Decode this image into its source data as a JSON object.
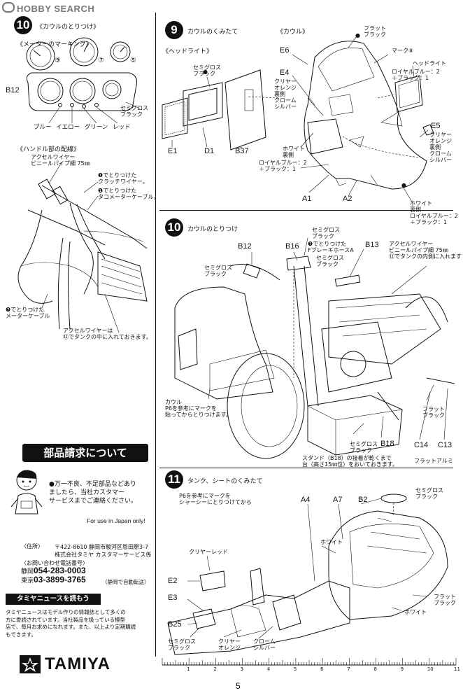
{
  "watermark": "HOBBY SEARCH",
  "page_number": "5",
  "brand": "TAMIYA",
  "ruler": {
    "ticks": [
      "1",
      "2",
      "3",
      "4",
      "5",
      "6",
      "7",
      "8",
      "9",
      "10",
      "11"
    ]
  },
  "step10a": {
    "number": "10",
    "title": "《カウルのとりつけ》",
    "sub1": "《メーターのマーキング》",
    "decals": [
      "⑨",
      "⑦",
      "⑤"
    ],
    "part": "B12",
    "paint_callout": "セミグロス\nブラック",
    "colors": "ブルー イエロー グリーン レッド",
    "sub2": "《ハンドル部の配線》",
    "wire_label": "アクセルワイヤー\nビニールパイプ細 75㎜",
    "note1": "❶でとりつけた\nクラッチワイヤー。",
    "note2": "❶でとりつけた\nタコメーターケーブル。",
    "note3": "❼でとりつけた\nメーターケーブル",
    "note4": "アクセルワイヤーは\n⑫でタンクの中に入れておきます。"
  },
  "step9": {
    "number": "9",
    "title": "カウルのくみたて",
    "sub_headlight": "《ヘッドライト》",
    "sub_cowl": "《カウル》",
    "labels": {
      "flat_black_top": "フラット\nブラック",
      "e6": "E6",
      "mark8": "マーク⑧",
      "headlight": "ヘッドライト",
      "royal_blue": "ロイヤルブルー：2\n＋ブラック：1",
      "e4": "E4",
      "clear_orange": "クリヤー\nオレンジ\n裏側\nクローム\nシルバー",
      "semi_gloss": "セミグロス\nブラック",
      "e5": "E5",
      "clear_orange2": "クリヤー\nオレンジ\n裏側\nクローム\nシルバー",
      "white_back": "ホワイト\n裏側",
      "royal_blue2": "ロイヤルブルー：2\n＋ブラック：1",
      "white_back2": "ホワイト\n裏側",
      "royal_blue3": "ロイヤルブルー：2\n＋ブラック：1",
      "e1": "E1",
      "d1": "D1",
      "b37": "B37",
      "a1": "A1",
      "a2": "A2"
    }
  },
  "step10b": {
    "number": "10",
    "title": "カウルのとりつけ",
    "labels": {
      "semi_gloss1": "セミグロス\nブラック",
      "brake_hose": "❼でとりつけた\nFブレーキホースA",
      "semi_gloss2": "セミグロス\nブラック",
      "b12": "B12",
      "b16": "B16",
      "b13": "B13",
      "semi_gloss3": "セミグロス\nブラック",
      "accel_wire": "アクセルワイヤー\nビニールパイプ細 75㎜\n⑫でタンクの内側に入れます",
      "cowl_note": "カウル\nP6を参考にマークを\n貼ってからとりつけます。",
      "flat_black": "フラット\nブラック",
      "semi_gloss4": "セミグロス\nブラック",
      "b18": "B18",
      "stand_note": "スタンド（B18）の接着が乾くまで\n台（高さ15㎜位）をおいておきます。",
      "c14": "C14",
      "c13": "C13",
      "flat_alumi": "フラットアルミ"
    }
  },
  "step11": {
    "number": "11",
    "title": "タンク、シートのくみたて",
    "note": "P6を参考にマークを\nシャーシーにとりつけてから",
    "labels": {
      "a4": "A4",
      "a7": "A7",
      "b2": "B2",
      "semi_gloss1": "セミグロス\nブラック",
      "white1": "ホワイト",
      "clear_red": "クリヤーレッド",
      "e2": "E2",
      "e3": "E3",
      "b25": "B25",
      "flat_black": "フラット\nブラック",
      "white2": "ホワイト",
      "semi_gloss2": "セミグロス\nブラック",
      "clear_orange": "クリヤー\nオレンジ",
      "chrome_silver": "クローム\nシルバー"
    }
  },
  "parts_request": {
    "heading": "部品請求について",
    "body": "●万一不良、不足部品などあり\nましたら、当社カスタマー\nサービスまでご連絡ください。",
    "japan_only": "For use in Japan only!",
    "address_label": "〈住所〉",
    "address": "〒422-8610 静岡市駿河区恩田原3-7\n株式会社タミヤ カスタマーサービス係",
    "phone_label": "〈お問い合わせ電話番号〉",
    "phone1_city": "静岡",
    "phone1": "054-283-0003",
    "phone2_city": "東京",
    "phone2": "03-3899-3765",
    "phone2_note": "（静岡で自動転送）"
  },
  "news": {
    "heading": "タミヤニュースを読もう",
    "body": "タミヤニュースはモデル作りの情報誌として多くの\n方に愛読されています。当社製品を扱っている模型\n店で、毎月お求めになれます。また、以上より定期購読\nもできます。"
  }
}
